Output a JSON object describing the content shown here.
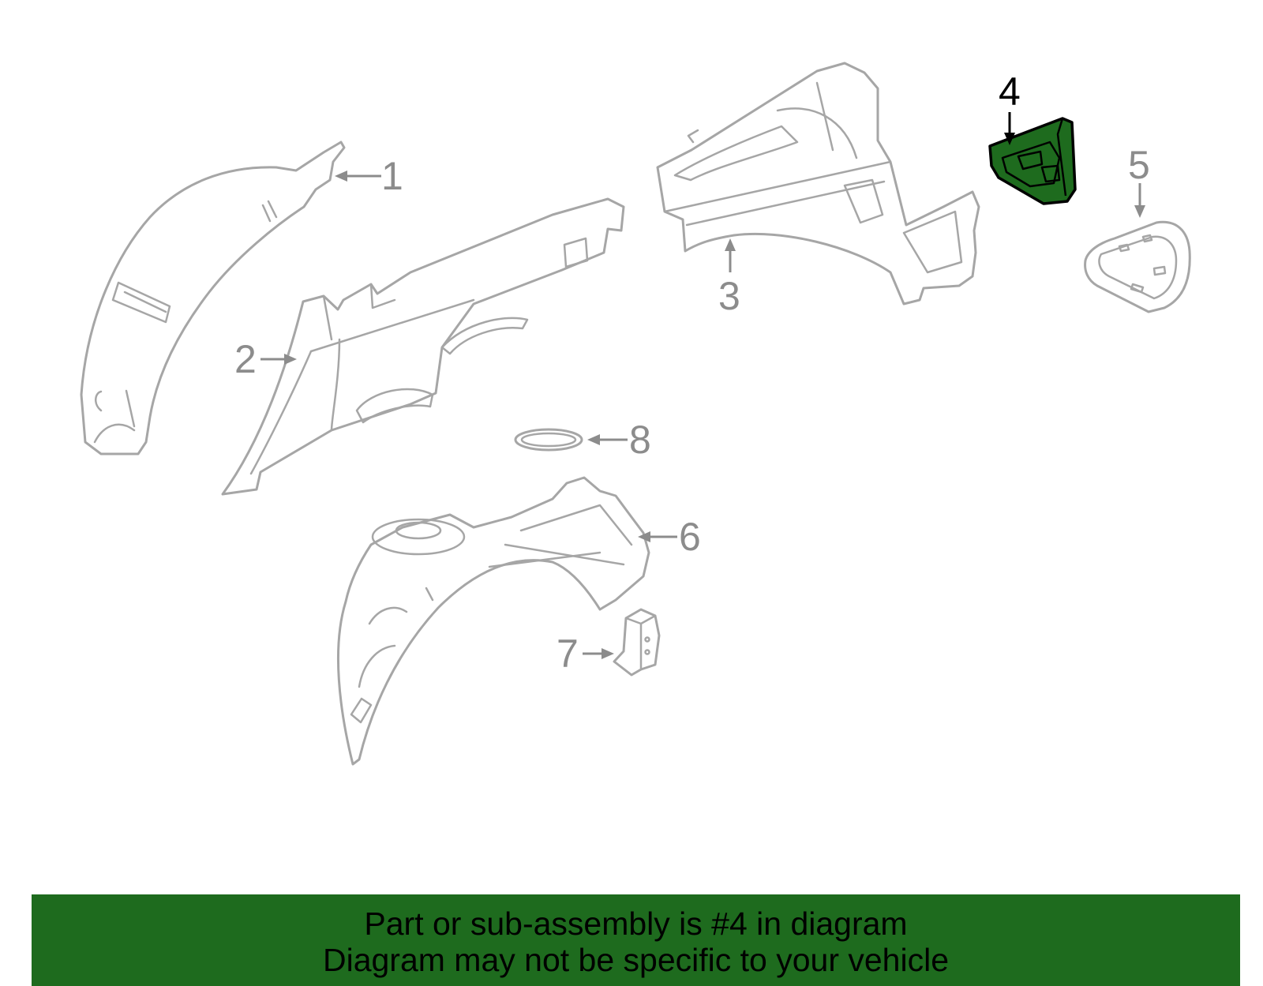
{
  "callouts": [
    {
      "id": 1,
      "label": "1"
    },
    {
      "id": 2,
      "label": "2"
    },
    {
      "id": 3,
      "label": "3"
    },
    {
      "id": 4,
      "label": "4"
    },
    {
      "id": 5,
      "label": "5"
    },
    {
      "id": 6,
      "label": "6"
    },
    {
      "id": 7,
      "label": "7"
    },
    {
      "id": 8,
      "label": "8"
    }
  ],
  "highlighted_part": 4,
  "colors": {
    "highlight_fill": "#1e6b1e",
    "line_art": "#a6a6a6",
    "caption_background": "#1e6b1e"
  },
  "caption": {
    "line1": "Part or sub-assembly is #4 in diagram",
    "line2": "Diagram may not be specific to your vehicle"
  }
}
